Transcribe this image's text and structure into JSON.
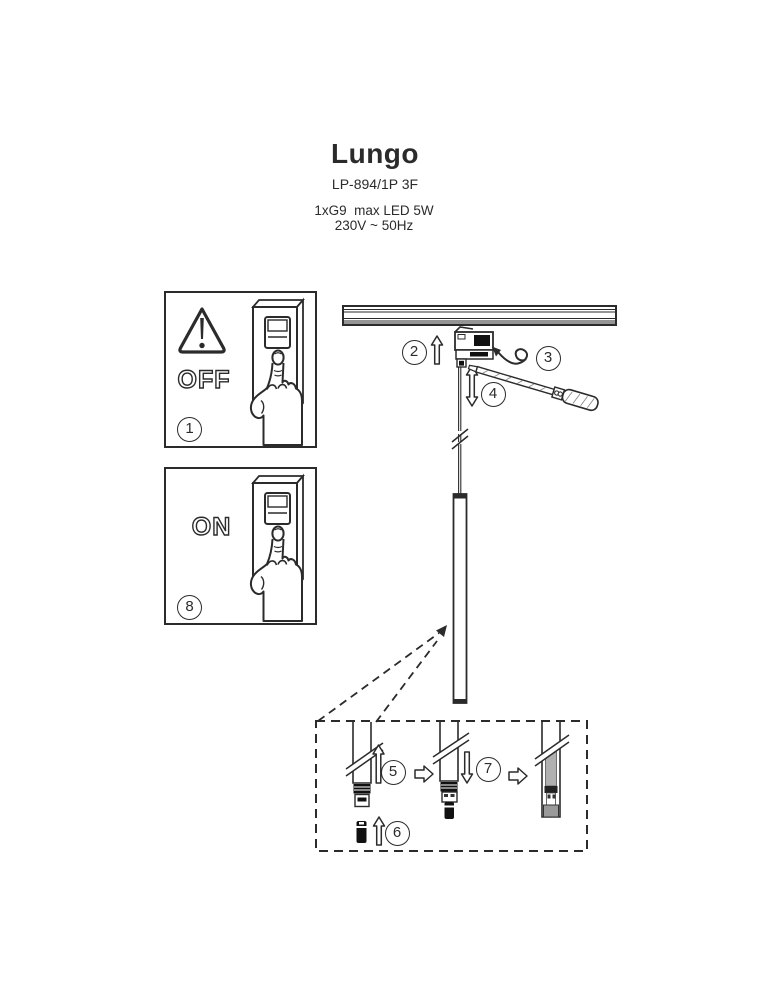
{
  "header": {
    "title": "Lungo",
    "model": "LP-894/1P 3F",
    "specs": [
      "1xG9  max LED 5W",
      "230V ~ 50Hz"
    ]
  },
  "panels": {
    "off": {
      "switch_label": "OFF"
    },
    "on": {
      "switch_label": "ON"
    }
  },
  "steps": {
    "power_off": "1",
    "insert_adapter": "2",
    "rotate_lock": "3",
    "height_adjust": "4",
    "unscrew_cover": "5",
    "insert_bulb": "6",
    "screw_cover": "7",
    "power_on": "8"
  },
  "icons": {
    "warning": "warning-triangle-icon",
    "rotate": "rotate-clockwise-arrow-icon",
    "screwdriver": "screwdriver-icon"
  },
  "colors": {
    "ink": "#2b2b2b",
    "fill_dark": "#111111",
    "gray": "#9a9a9a"
  }
}
